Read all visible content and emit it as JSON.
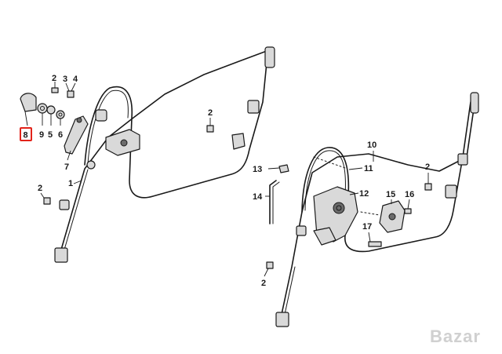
{
  "highlighted_part": "8",
  "callouts": {
    "c2a": "2",
    "c3": "3",
    "c4": "4",
    "c8": "8",
    "c9": "9",
    "c5": "5",
    "c6": "6",
    "c7": "7",
    "c2b": "2",
    "c1": "1",
    "c2c": "2",
    "c10": "10",
    "c11": "11",
    "c12": "12",
    "c13": "13",
    "c14": "14",
    "c15": "15",
    "c16": "16",
    "c17": "17",
    "c2d": "2",
    "c2e": "2"
  },
  "watermark": "Bazar",
  "colors": {
    "highlight": "#e2231a",
    "line": "#1a1a1a",
    "part_fill": "#d9d9d9"
  }
}
